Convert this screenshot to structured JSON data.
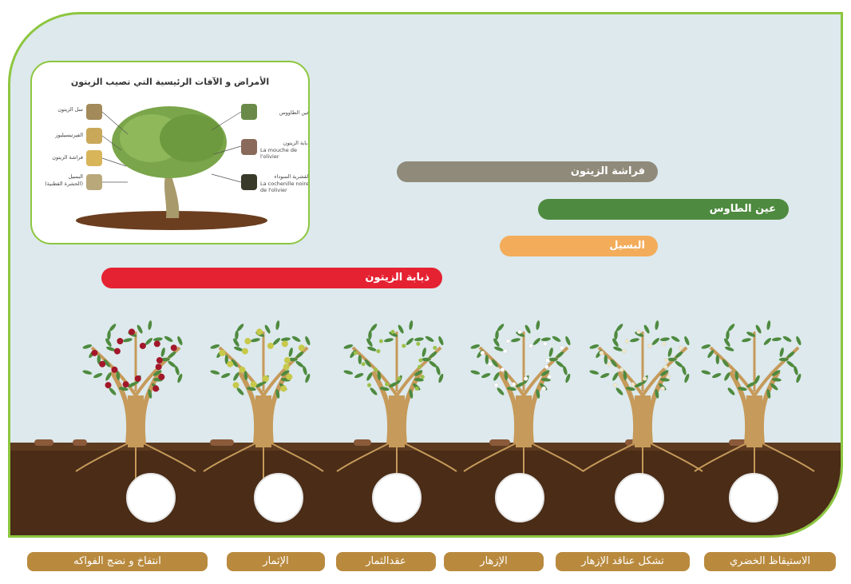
{
  "inset": {
    "title": "الأمراض و الآفات الرئيسية التي تصيب الزيتون",
    "left_labels": [
      "سل الزيتون",
      "الفيرتيسيليوز",
      "فراشة الزيتون",
      "البسيل",
      "(الحشرة القطنية)"
    ],
    "right_labels": [
      "عين الطاووس",
      "ذبابة الزيتون",
      "La mouche de l'olivier",
      "القشرية السوداء",
      "La cochenille noire de l'olivier"
    ]
  },
  "pests": [
    {
      "label": "فراشة الزيتون",
      "color": "#8f8a7a"
    },
    {
      "label": "عين الطاوس",
      "color": "#4e8a3f"
    },
    {
      "label": "البسيل",
      "color": "#f3ac5a"
    },
    {
      "label": "ذبابة الزيتون",
      "color": "#e52232"
    }
  ],
  "stages": [
    "الاستيقاظ الخضري",
    "تشكل عناقد الإزهار",
    "الإزهار",
    "عقدالثمار",
    "الإثمار",
    "انتفاخ و نضج الفواكه"
  ],
  "colors": {
    "frame": "#8dc63f",
    "sky": "#dde9ec",
    "soil": "#4a2c17",
    "trunk": "#c69a5a",
    "leaf": "#4e8a3f",
    "stage_bar": "#b98a3e"
  }
}
